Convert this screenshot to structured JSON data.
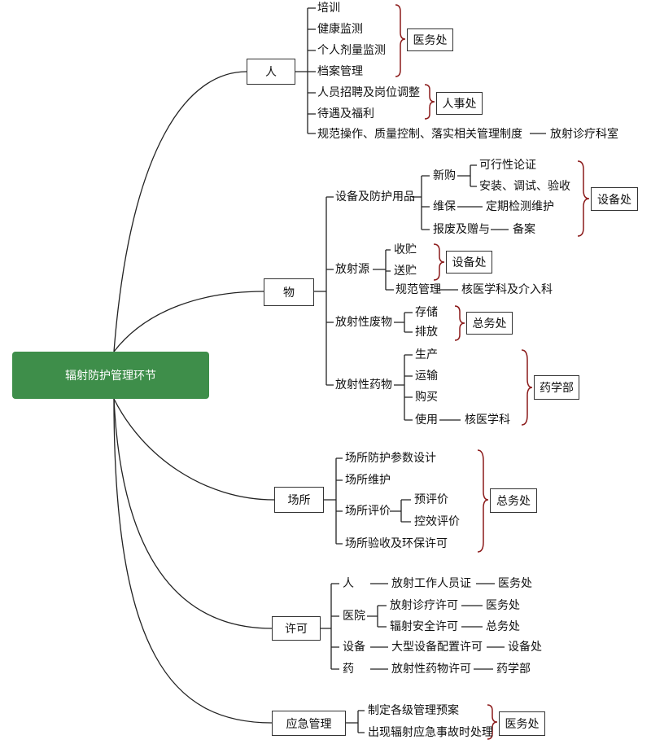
{
  "root": "辐射防护管理环节",
  "colors": {
    "root_fill": "#3e8e4a",
    "brace": "#8b1a1a",
    "line": "#222222"
  },
  "people": {
    "label": "人",
    "items": [
      "培训",
      "健康监测",
      "个人剂量监测",
      "档案管理",
      "人员招聘及岗位调整",
      "待遇及福利",
      "规范操作、质量控制、落实相关管理制度"
    ],
    "dept_medical": "医务处",
    "dept_hr": "人事处",
    "last_dept": "放射诊疗科室"
  },
  "things": {
    "label": "物",
    "equip": {
      "label": "设备及防护用品",
      "new": "新购",
      "feasibility": "可行性论证",
      "install": "安装、调试、验收",
      "maint": "维保",
      "regular": "定期检测维护",
      "scrap": "报废及赠与",
      "record": "备案",
      "dept": "设备处"
    },
    "source": {
      "label": "放射源",
      "store": "收贮",
      "deliver": "送贮",
      "norm": "规范管理",
      "norm_dept": "核医学科及介入科",
      "dept": "设备处"
    },
    "waste": {
      "label": "放射性废物",
      "store": "存储",
      "emit": "排放",
      "dept": "总务处"
    },
    "drug": {
      "label": "放射性药物",
      "items": [
        "生产",
        "运输",
        "购买",
        "使用"
      ],
      "use_dept": "核医学科",
      "dept": "药学部"
    }
  },
  "site": {
    "label": "场所",
    "design": "场所防护参数设计",
    "maint": "场所维护",
    "eval": "场所评价",
    "pre": "预评价",
    "ctrl": "控效评价",
    "accept": "场所验收及环保许可",
    "dept": "总务处"
  },
  "license": {
    "label": "许可",
    "person": "人",
    "person_item": "放射工作人员证",
    "person_dept": "医务处",
    "hospital": "医院",
    "h1": "放射诊疗许可",
    "h1_dept": "医务处",
    "h2": "辐射安全许可",
    "h2_dept": "总务处",
    "equip": "设备",
    "equip_item": "大型设备配置许可",
    "equip_dept": "设备处",
    "drug": "药",
    "drug_item": "放射性药物许可",
    "drug_dept": "药学部"
  },
  "emergency": {
    "label": "应急管理",
    "items": [
      "制定各级管理预案",
      "出现辐射应急事故时处理"
    ],
    "dept": "医务处"
  }
}
